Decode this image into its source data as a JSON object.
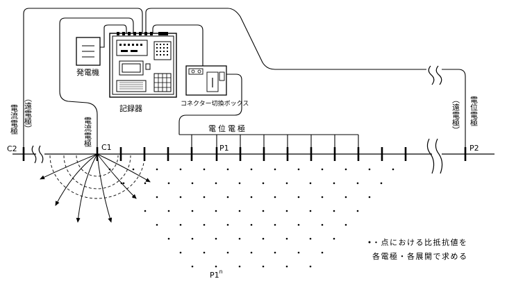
{
  "labels": {
    "generator": "発電機",
    "recorder": "記録器",
    "switch_box": "コネクター切換ボックス",
    "potential_electrodes": "電位電極",
    "current_electrode_near": "電流電極",
    "current_electrode_left": "電流電極",
    "far_electrode_left": "（遠電極）",
    "far_electrode_right": "（遠電極）",
    "potential_electrode_right": "電位電極",
    "c2": "C2",
    "c1": "C1",
    "p1": "P1",
    "p2": "P2",
    "p1n_base": "P1",
    "p1n_sup": "n",
    "note_line1": "・点における比抵抗値を",
    "note_line2": "各電極・各展開で求める"
  },
  "colors": {
    "ink": "#000000",
    "background": "#ffffff"
  }
}
